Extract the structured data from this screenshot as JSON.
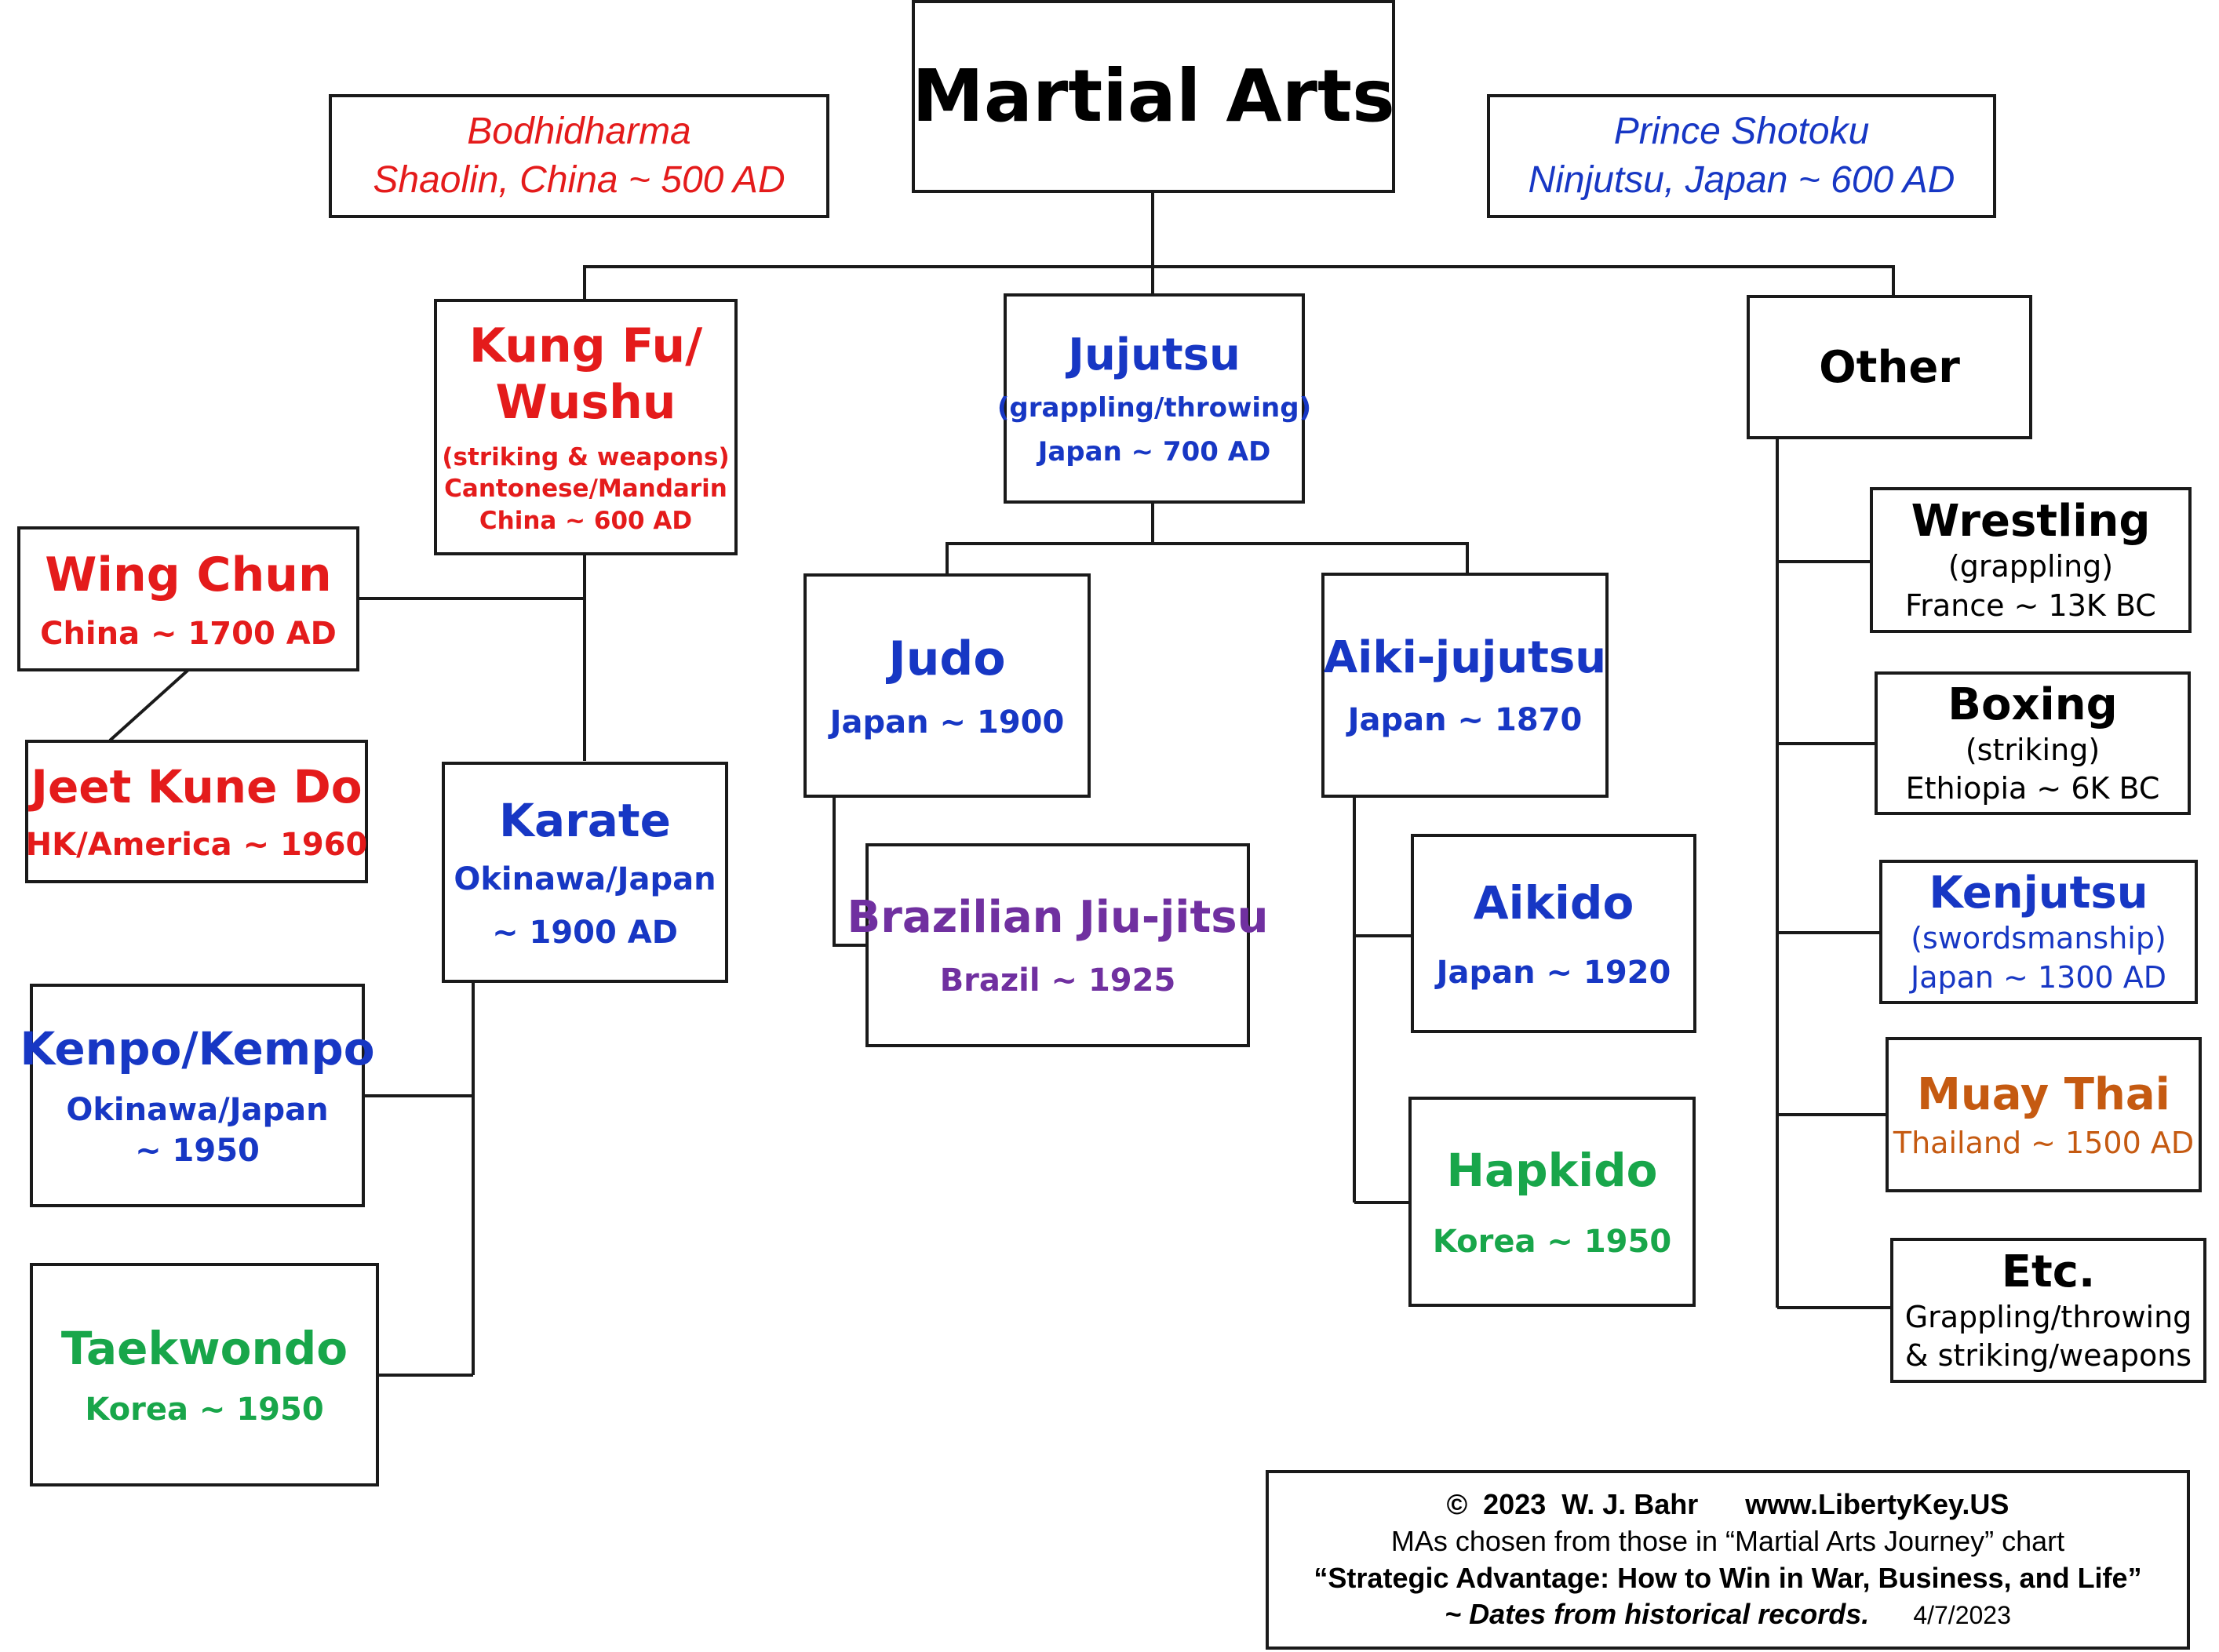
{
  "title": "Martial Arts",
  "origins": {
    "left": {
      "line1": "Bodhidharma",
      "line2": "Shaolin, China ~ 500 AD"
    },
    "right": {
      "line1": "Prince Shotoku",
      "line2": "Ninjutsu, Japan ~ 600 AD"
    }
  },
  "kungfu": {
    "title1": "Kung Fu/",
    "title2": "Wushu",
    "line1": "(striking & weapons)",
    "line2": "Cantonese/Mandarin",
    "line3": "China  ~ 600 AD"
  },
  "jujutsu": {
    "title": "Jujutsu",
    "line1": "(grappling/throwing)",
    "line2": "Japan  ~ 700 AD"
  },
  "other": {
    "title": "Other"
  },
  "wingchun": {
    "title": "Wing Chun",
    "line1": "China ~ 1700 AD"
  },
  "jkd": {
    "title": "Jeet Kune Do",
    "line1": "HK/America ~ 1960"
  },
  "karate": {
    "title": "Karate",
    "line1": "Okinawa/Japan",
    "line2": "~ 1900 AD"
  },
  "kenpo": {
    "title": "Kenpo/Kempo",
    "line1": "Okinawa/Japan",
    "line2": "~ 1950"
  },
  "taekwondo": {
    "title": "Taekwondo",
    "line1": "Korea  ~ 1950"
  },
  "judo": {
    "title": "Judo",
    "line1": "Japan ~ 1900"
  },
  "bjj": {
    "title": "Brazilian Jiu-jitsu",
    "line1": "Brazil ~ 1925"
  },
  "aikijujutsu": {
    "title": "Aiki-jujutsu",
    "line1": "Japan ~ 1870"
  },
  "aikido": {
    "title": "Aikido",
    "line1": "Japan ~ 1920"
  },
  "hapkido": {
    "title": "Hapkido",
    "line1": "Korea ~ 1950"
  },
  "wrestling": {
    "title": "Wrestling",
    "line1": "(grappling)",
    "line2": "France ~ 13K BC"
  },
  "boxing": {
    "title": "Boxing",
    "line1": "(striking)",
    "line2": "Ethiopia ~ 6K BC"
  },
  "kenjutsu": {
    "title": "Kenjutsu",
    "line1": "(swordsmanship)",
    "line2": "Japan ~ 1300 AD"
  },
  "muaythai": {
    "title": "Muay Thai",
    "line1": "Thailand ~ 1500 AD"
  },
  "etc": {
    "title": "Etc.",
    "line1": "Grappling/throwing",
    "line2": "& striking/weapons"
  },
  "footer": {
    "copyright": "©  2023  W. J. Bahr      www.LibertyKey.US",
    "line2": "MAs chosen from those in “Martial Arts Journey” chart",
    "line3": "“Strategic Advantage: How to Win in War, Business, and Life”",
    "line4": "~ Dates from historical records.",
    "date": "4/7/2023"
  },
  "colors": {
    "red": "#e41b1b",
    "blue": "#1737c4",
    "green": "#18a64a",
    "purple": "#7030a0",
    "orange": "#c55a11"
  }
}
